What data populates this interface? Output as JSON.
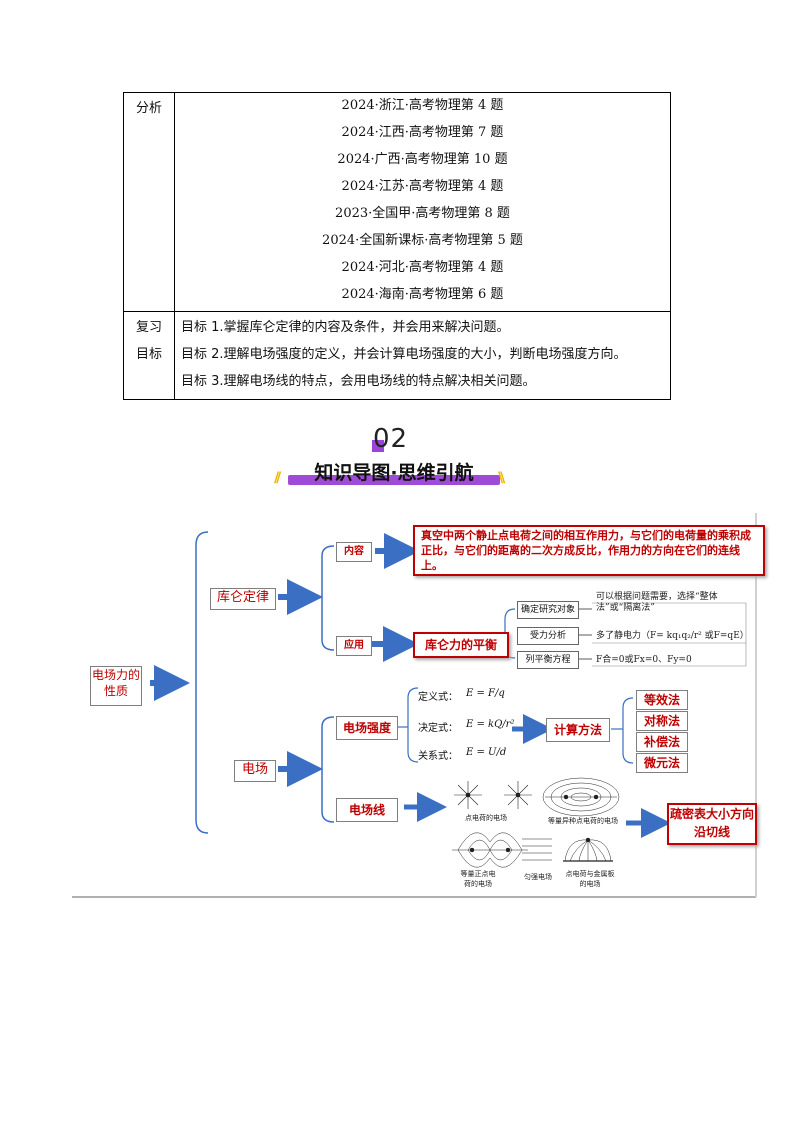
{
  "table": {
    "analysis_label": "分析",
    "analysis_items": [
      "2024·浙江·高考物理第 4 题",
      "2024·江西·高考物理第 7 题",
      "2024·广西·高考物理第 10 题",
      "2024·江苏·高考物理第 4 题",
      "2023·全国甲·高考物理第 8 题",
      "2024·全国新课标·高考物理第 5 题",
      "2024·河北·高考物理第 4 题",
      "2024·海南·高考物理第 6 题"
    ],
    "review_label_1": "复习",
    "review_label_2": "目标",
    "goals": [
      "目标 1.掌握库仑定律的内容及条件，并会用来解决问题。",
      "目标 2.理解电场强度的定义，并会计算电场强度的大小，判断电场强度方向。",
      "目标 3.理解电场线的特点，会用电场线的特点解决相关问题。"
    ]
  },
  "section": {
    "number": "02",
    "title": "知识导图·思维引航",
    "left_deco": "//",
    "right_deco": "\\\\"
  },
  "mindmap": {
    "root": "电场力的性质",
    "branch_coulomb": "库仑定律",
    "branch_field": "电场",
    "content_label": "内容",
    "content_text": "真空中两个静止点电荷之间的相互作用力，与它们的电荷量的乘积成正比，与它们的距离的二次方成反比，作用力的方向在它们的连线上。",
    "apply_label": "应用",
    "apply_result": "库仑力的平衡",
    "steps": [
      "确定研究对象",
      "受力分析",
      "列平衡方程"
    ],
    "step_notes": [
      "可以根据问题需要，选择“整体法”或“隔离法”",
      "多了静电力（F= kq₁q₂/r² 或F=qE）",
      "F合=0或Fx=0、Fy=0"
    ],
    "field_strength_label": "电场强度",
    "formula_labels": [
      "定义式：",
      "决定式：",
      "关系式："
    ],
    "formulas": [
      "E = F/q",
      "E = kQ/r²",
      "E = U/d"
    ],
    "calc_method": "计算方法",
    "methods": [
      "等效法",
      "对称法",
      "补偿法",
      "微元法"
    ],
    "field_line_label": "电场线",
    "field_line_captions": [
      "点电荷的电场",
      "等量异种点电荷的电场",
      "等量正点电荷的电场",
      "匀强电场",
      "点电荷与金属板的电场"
    ],
    "field_line_result": "疏密表大小方向沿切线"
  }
}
